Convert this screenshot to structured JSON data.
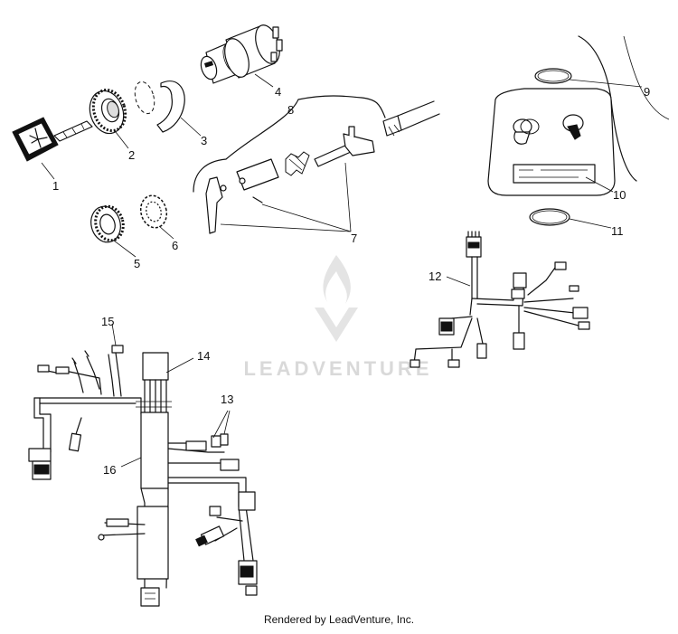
{
  "callouts": [
    {
      "id": "1",
      "text": "1"
    },
    {
      "id": "2",
      "text": "2"
    },
    {
      "id": "3",
      "text": "3"
    },
    {
      "id": "4",
      "text": "4"
    },
    {
      "id": "5",
      "text": "5"
    },
    {
      "id": "6",
      "text": "6"
    },
    {
      "id": "7",
      "text": "7"
    },
    {
      "id": "8",
      "text": "8"
    },
    {
      "id": "9",
      "text": "9"
    },
    {
      "id": "10",
      "text": "10"
    },
    {
      "id": "11",
      "text": "11"
    },
    {
      "id": "12",
      "text": "12"
    },
    {
      "id": "13",
      "text": "13"
    },
    {
      "id": "14",
      "text": "14"
    },
    {
      "id": "15",
      "text": "15"
    },
    {
      "id": "16",
      "text": "16"
    }
  ],
  "watermark": {
    "text": "LEADVENTURE",
    "color": "#d9d9d9"
  },
  "footer": {
    "text": "Rendered by LeadVenture, Inc."
  }
}
